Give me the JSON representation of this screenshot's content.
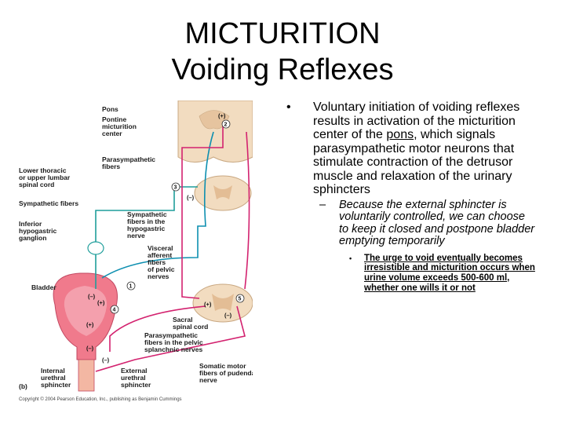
{
  "title": {
    "line1": "MICTURITION",
    "line2": "Voiding Reflexes"
  },
  "bullets": {
    "level1_marker": "•",
    "level1_before": "Voluntary initiation of voiding reflexes results in activation of the micturition center of the ",
    "level1_emph": "pons",
    "level1_after": ", which signals parasympathetic motor neurons that stimulate contraction of the detrusor muscle and relaxation of the urinary sphincters",
    "level2_marker": "–",
    "level2": "Because the external sphincter is voluntarily controlled, we can choose to keep it closed and postpone bladder emptying temporarily",
    "level3_marker": "•",
    "level3": "The urge to void eventually becomes irresistible and micturition occurs when urine volume exceeds 500-600 ml, whether one wills it or not"
  },
  "figure": {
    "labels": {
      "pons": "Pons",
      "pontine1": "Pontine",
      "pontine2": "micturition",
      "pontine3": "center",
      "para1": "Parasympathetic",
      "para2": "fibers",
      "lower1": "Lower thoracic",
      "lower2": "or upper lumbar",
      "lower3": "spinal cord",
      "symp": "Sympathetic fibers",
      "infhyp1": "Inferior",
      "infhyp2": "hypogastric",
      "infhyp3": "ganglion",
      "sympin1": "Sympathetic",
      "sympin2": "fibers in the",
      "sympin3": "hypogastric",
      "sympin4": "nerve",
      "visc1": "Visceral",
      "visc2": "afferent",
      "visc3": "fibers",
      "visc4": "of pelvic",
      "visc5": "nerves",
      "bladder": "Bladder",
      "sacral1": "Sacral",
      "sacral2": "spinal cord",
      "parapel1": "Parasympathetic",
      "parapel2": "fibers in the pelvic",
      "parapel3": "splanchnic nerves",
      "som1": "Somatic motor",
      "som2": "fibers of pudendal",
      "som3": "nerve",
      "int1": "Internal",
      "int2": "urethral",
      "int3": "sphincter",
      "ext1": "External",
      "ext2": "urethral",
      "ext3": "sphincter",
      "panel": "(b)",
      "copyright": "Copyright © 2004 Pearson Education, Inc., publishing as Benjamin Cummings"
    },
    "signs": {
      "plus": "(+)",
      "minus": "(–)"
    },
    "numbers": {
      "n1": "1",
      "n2": "2",
      "n3": "3",
      "n4": "4",
      "n5": "5"
    },
    "colors": {
      "parasympathetic": "#d3226f",
      "sympathetic": "#1f9e9b",
      "afferent": "#0d8fb0",
      "bladder": "#f07a8c",
      "spinal": "#f2dcc0"
    }
  }
}
